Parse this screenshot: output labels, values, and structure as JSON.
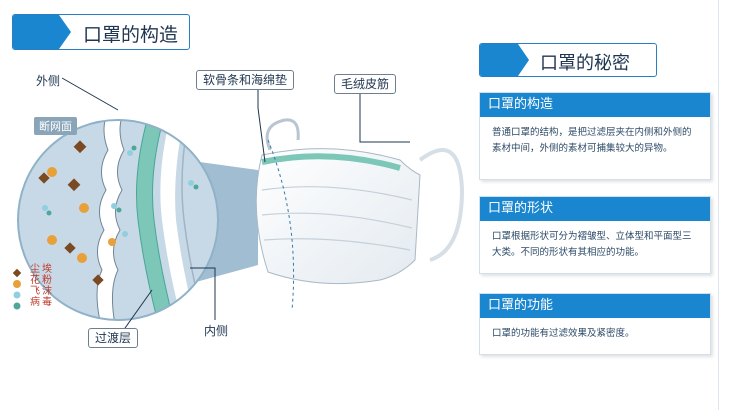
{
  "left_title": "口罩的构造",
  "labels": {
    "outer": "外侧",
    "section": "断网面",
    "core": "软骨条和海绵垫",
    "earloop": "毛绒皮筋",
    "filter": "过渡层",
    "inner": "内侧"
  },
  "legend": [
    {
      "name": "dust",
      "text": "尘埃",
      "color": "#7a4a22",
      "shape": "diamond"
    },
    {
      "name": "pollen",
      "text": "花粉",
      "color": "#e8a03a",
      "shape": "burst"
    },
    {
      "name": "droplet",
      "text": "飞沫",
      "color": "#8fcfe0",
      "shape": "dot"
    },
    {
      "name": "virus",
      "text": "病毒",
      "color": "#4fa79a",
      "shape": "dot"
    }
  ],
  "right_title": "口罩的秘密",
  "cards": [
    {
      "title": "口罩的构造",
      "body": "普通口罩的结构，是把过滤层夹在内侧和外侧的素材中间，外侧的素材可捕集较大的异物。"
    },
    {
      "title": "口罩的形状",
      "body": "口罩根据形状可分为褶皱型、立体型和平面型三大类。不同的形状有其相应的功能。"
    },
    {
      "title": "口罩的功能",
      "body": "口罩的功能有过滤效果及紧密度。"
    }
  ],
  "colors": {
    "accent": "#1a86cf",
    "filter_layer": "#7cc7b8",
    "circle_bg": "#c7d9e6"
  }
}
